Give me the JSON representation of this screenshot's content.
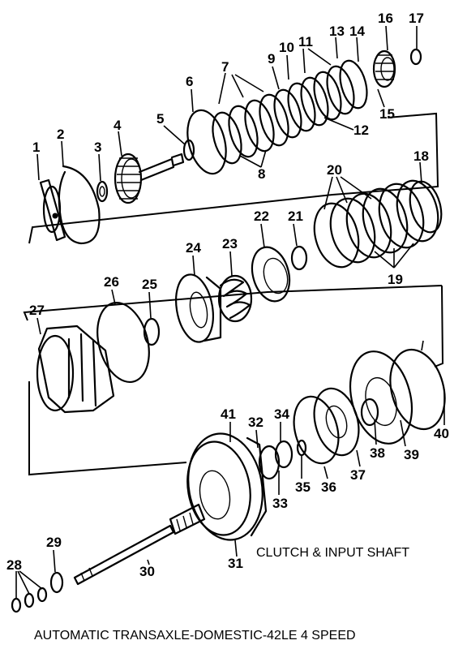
{
  "subtitle": "CLUTCH & INPUT SHAFT",
  "title": "AUTOMATIC TRANSAXLE-DOMESTIC-42LE 4 SPEED",
  "callouts": [
    "1",
    "2",
    "3",
    "4",
    "5",
    "6",
    "7",
    "8",
    "9",
    "10",
    "11",
    "12",
    "13",
    "14",
    "15",
    "16",
    "17",
    "18",
    "19",
    "20",
    "21",
    "22",
    "23",
    "24",
    "25",
    "26",
    "27",
    "28",
    "29",
    "30",
    "31",
    "32",
    "33",
    "34",
    "35",
    "36",
    "37",
    "38",
    "39",
    "40",
    "41"
  ]
}
